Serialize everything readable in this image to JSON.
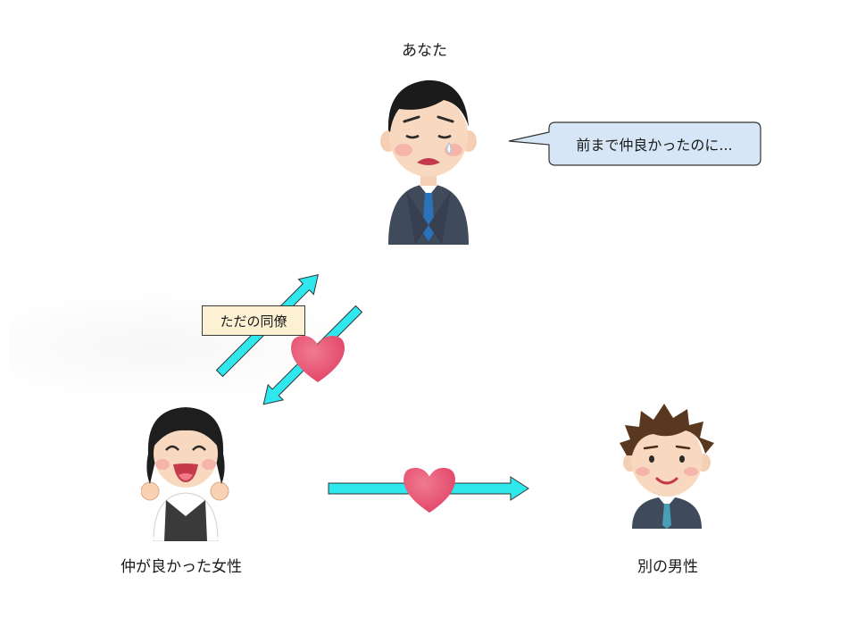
{
  "labels": {
    "you": "あなた",
    "woman": "仲が良かった女性",
    "other_man": "別の男性"
  },
  "speech_bubble": {
    "text": "前まで仲良かったのに..."
  },
  "note": {
    "text": "ただの同僚"
  },
  "colors": {
    "arrow_fill": "#2ee8ee",
    "arrow_stroke": "#333333",
    "heart": "#e8506e",
    "bubble_fill": "#d6e6f6",
    "note_fill": "#fdf1d3"
  },
  "icons": [
    "sad-businessman-icon",
    "happy-woman-icon",
    "smiling-man-icon",
    "heart-icon"
  ]
}
